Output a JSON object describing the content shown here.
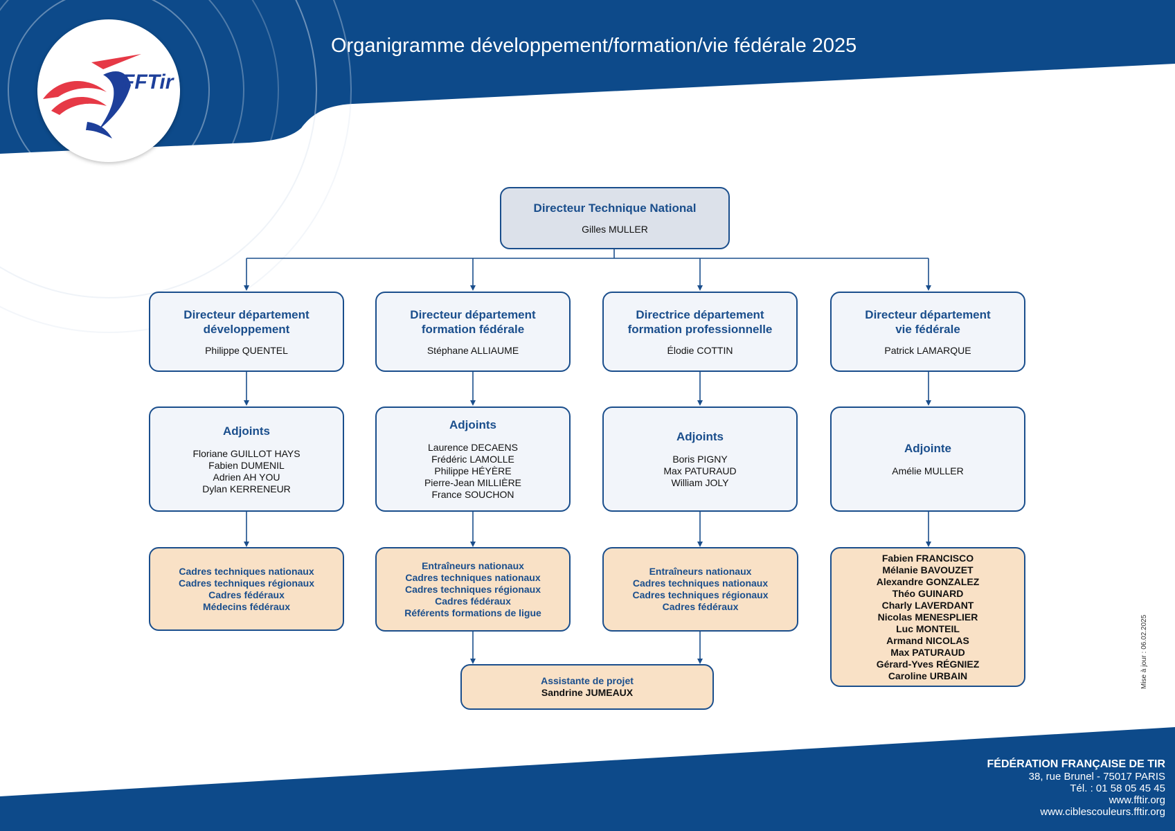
{
  "title": "Organigramme développement/formation/vie fédérale 2025",
  "logo": {
    "text": "FFTir"
  },
  "top": {
    "role": "Directeur Technique National",
    "name": "Gilles MULLER"
  },
  "departments": [
    {
      "role_line1": "Directeur département",
      "role_line2": "développement",
      "name": "Philippe QUENTEL",
      "adjoints_label": "Adjoints",
      "adjoints": [
        "Floriane GUILLOT HAYS",
        "Fabien DUMENIL",
        "Adrien AH YOU",
        "Dylan KERRENEUR"
      ],
      "staff": [
        "Cadres techniques nationaux",
        "Cadres techniques régionaux",
        "Cadres fédéraux",
        "Médecins fédéraux"
      ]
    },
    {
      "role_line1": "Directeur département",
      "role_line2": "formation fédérale",
      "name": "Stéphane ALLIAUME",
      "adjoints_label": "Adjoints",
      "adjoints": [
        "Laurence DECAENS",
        "Frédéric LAMOLLE",
        "Philippe HÉYÈRE",
        "Pierre-Jean MILLIÈRE",
        "France SOUCHON"
      ],
      "staff": [
        "Entraîneurs nationaux",
        "Cadres techniques nationaux",
        "Cadres techniques régionaux",
        "Cadres fédéraux",
        "Référents formations de ligue"
      ]
    },
    {
      "role_line1": "Directrice département",
      "role_line2": "formation professionnelle",
      "name": "Élodie COTTIN",
      "adjoints_label": "Adjoints",
      "adjoints": [
        "Boris PIGNY",
        "Max PATURAUD",
        "William JOLY"
      ],
      "staff": [
        "Entraîneurs nationaux",
        "Cadres techniques nationaux",
        "Cadres techniques régionaux",
        "Cadres fédéraux"
      ]
    },
    {
      "role_line1": "Directeur département",
      "role_line2": "vie fédérale",
      "name": "Patrick LAMARQUE",
      "adjoints_label": "Adjointe",
      "adjoints": [
        "Amélie MULLER"
      ],
      "staff": [
        "Fabien FRANCISCO",
        "Mélanie BAVOUZET",
        "Alexandre GONZALEZ",
        "Théo GUINARD",
        "Charly LAVERDANT",
        "Nicolas MENESPLIER",
        "Luc MONTEIL",
        "Armand NICOLAS",
        "Max PATURAUD",
        "Gérard-Yves RÉGNIEZ",
        "Caroline URBAIN"
      ]
    }
  ],
  "assistant": {
    "role": "Assistante de projet",
    "name": "Sandrine JUMEAUX"
  },
  "update_note": "Mise à jour : 06.02.2025",
  "footer": {
    "org": "FÉDÉRATION FRANÇAISE DE TIR",
    "address": "38, rue Brunel - 75017 PARIS",
    "phone": "Tél. : 01 58 05 45 45",
    "web1": "www.fftir.org",
    "web2": "www.ciblescouleurs.fftir.org"
  },
  "colors": {
    "navy": "#0d4a8a",
    "box_border": "#1a4e8c",
    "orange_fill": "#f9e1c6",
    "top_fill": "#dce1ea",
    "red": "#e63946"
  }
}
